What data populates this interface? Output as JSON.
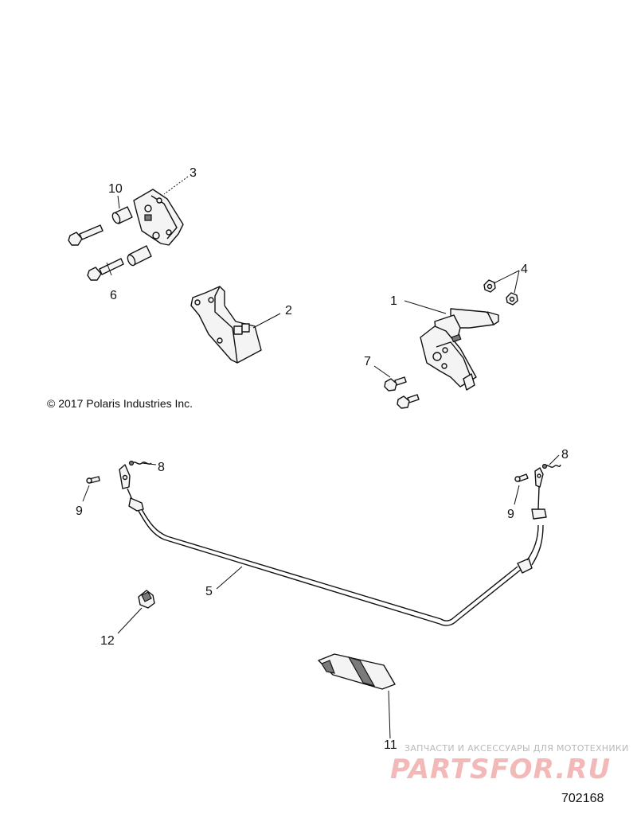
{
  "copyright": "© 2017  Polaris Industries Inc.",
  "document_number": "702168",
  "watermark": {
    "tagline": "ЗАПЧАСТИ И АКСЕССУАРЫ ДЛЯ МОТОТЕХНИКИ",
    "logo": "PARTSFOR.RU"
  },
  "callouts": {
    "c1": "1",
    "c2": "2",
    "c3": "3",
    "c4": "4",
    "c5": "5",
    "c6": "6",
    "c7": "7",
    "c8a": "8",
    "c8b": "8",
    "c9a": "9",
    "c9b": "9",
    "c10": "10",
    "c11": "11",
    "c12": "12"
  },
  "colors": {
    "line": "#111111",
    "watermark_logo": "#f3b8b8",
    "watermark_text": "#b9b9b9"
  }
}
